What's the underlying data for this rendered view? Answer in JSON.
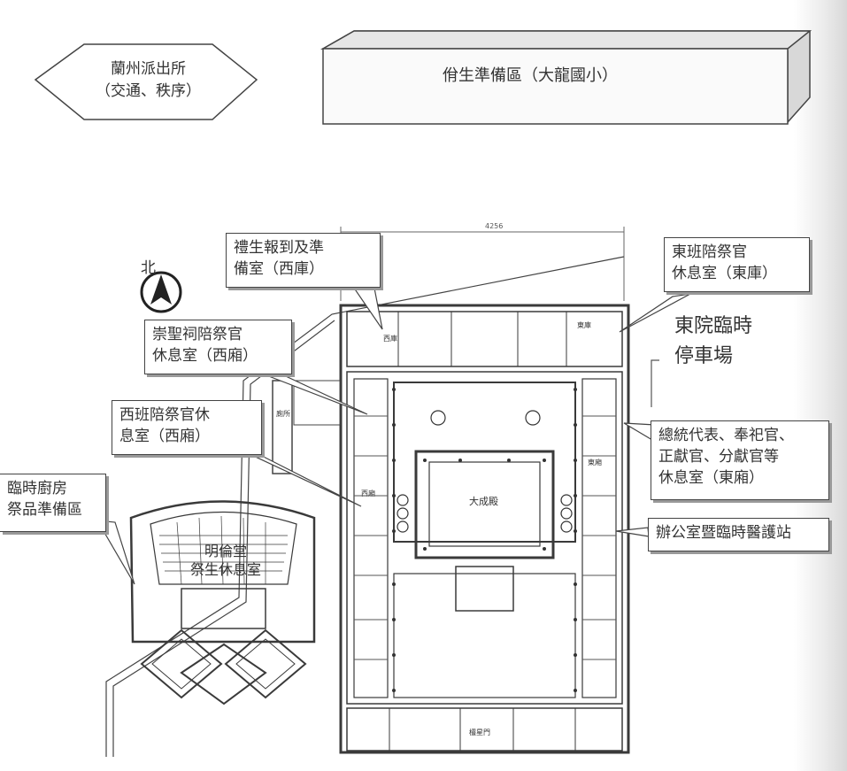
{
  "top": {
    "hexagon": {
      "line1": "蘭州派出所",
      "line2": "（交通、秩序）"
    },
    "prep_area": {
      "label": "佾生準備區（大龍國小）"
    }
  },
  "dimension_label": "4256",
  "compass": {
    "label": "北"
  },
  "callouts": {
    "ritual_report": {
      "line1": "禮生報到及準",
      "line2": "備室（西庫）"
    },
    "east_rest": {
      "line1": "東班陪祭官",
      "line2": "休息室（東庫）"
    },
    "east_parking": {
      "line1": "東院臨時",
      "line2": "停車場"
    },
    "chongsheng_rest": {
      "line1": "崇聖祠陪祭官",
      "line2": "休息室（西廂）"
    },
    "west_rest": {
      "line1": "西班陪祭官休",
      "line2": "息室（西廂）"
    },
    "president_rest": {
      "line1": "總統代表、奉祀官、",
      "line2": "正獻官、分獻官等",
      "line3": "休息室（東廂）"
    },
    "office_medical": {
      "label": "辦公室暨臨時醫護站"
    },
    "kitchen": {
      "line1": "臨時廚房",
      "line2": "祭品準備區"
    },
    "theater": {
      "line1": "明倫堂",
      "line2": "祭生休息室"
    }
  },
  "plan_labels": {
    "west_storage": "西庫",
    "east_storage": "東庫",
    "toilet": "廁所",
    "west_wing": "西廂",
    "east_wing": "東廂",
    "main_hall": "大成殿",
    "lingxing_gate": "欞星門"
  },
  "colors": {
    "line": "#3a3a3a",
    "box_shadow": "#999999",
    "text": "#333333"
  }
}
